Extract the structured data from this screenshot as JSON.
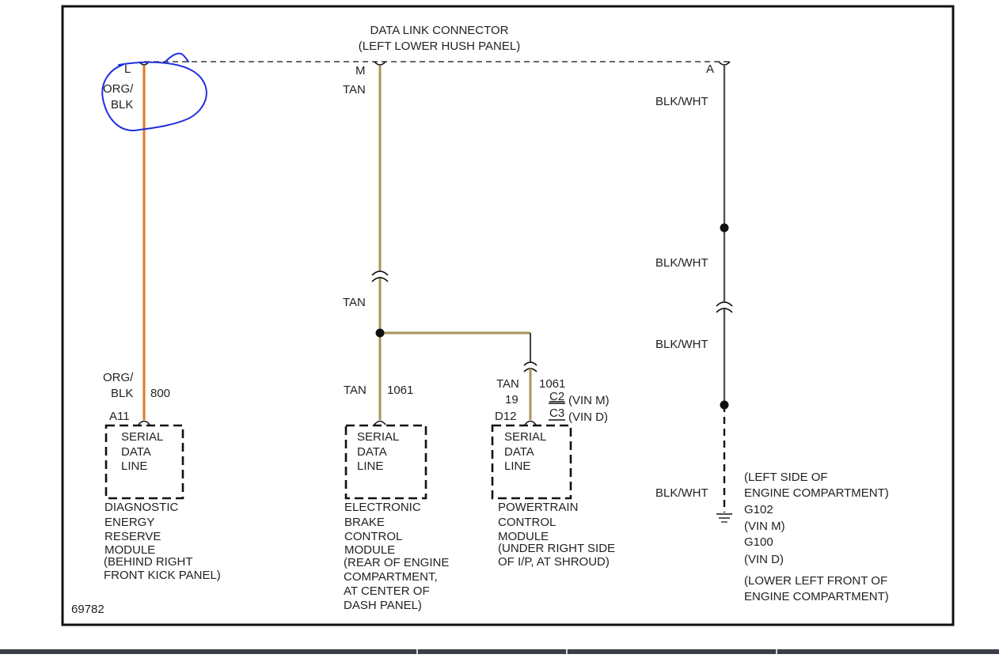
{
  "diagram": {
    "header": {
      "line1": "DATA LINK CONNECTOR",
      "line2": "(LEFT LOWER HUSH PANEL)"
    },
    "pins": {
      "l": "L",
      "m": "M",
      "a": "A"
    },
    "wires": {
      "org_blk_top": [
        "ORG/",
        "BLK"
      ],
      "org_blk_bottom": [
        "ORG/",
        "BLK"
      ],
      "circuit_800": "800",
      "tan": "TAN",
      "circuit_1061": "1061",
      "blk_wht": "BLK/WHT"
    },
    "connectors": {
      "a11": "A11",
      "d12": "D12",
      "pin_19": "19",
      "c2": "C2",
      "c2_note": "(VIN M)",
      "c3": "C3",
      "c3_note": "(VIN D)"
    },
    "modules": {
      "box_text": [
        "SERIAL",
        "DATA",
        "LINE"
      ],
      "derm": [
        "DIAGNOSTIC",
        "ENERGY",
        "RESERVE",
        "MODULE",
        "(BEHIND RIGHT",
        "FRONT KICK PANEL)"
      ],
      "ebcm": [
        "ELECTRONIC",
        "BRAKE",
        "CONTROL",
        "MODULE",
        "(REAR OF ENGINE",
        "COMPARTMENT,",
        "AT CENTER OF",
        "DASH PANEL)"
      ],
      "pcm": [
        "POWERTRAIN",
        "CONTROL",
        "MODULE",
        "(UNDER RIGHT SIDE",
        "OF I/P, AT SHROUD)"
      ]
    },
    "ground": [
      "(LEFT SIDE OF",
      "ENGINE COMPARTMENT)",
      "G102",
      "(VIN M)",
      "G100",
      "(VIN D)",
      "(LOWER LEFT FRONT OF",
      "ENGINE COMPARTMENT)"
    ],
    "figure_number": "69782"
  },
  "colors": {
    "org_wire": "#e07a1f",
    "tan_wire": "#a89558",
    "blk_wht_wire": "#555555",
    "annotation": "#1f2fe0"
  }
}
